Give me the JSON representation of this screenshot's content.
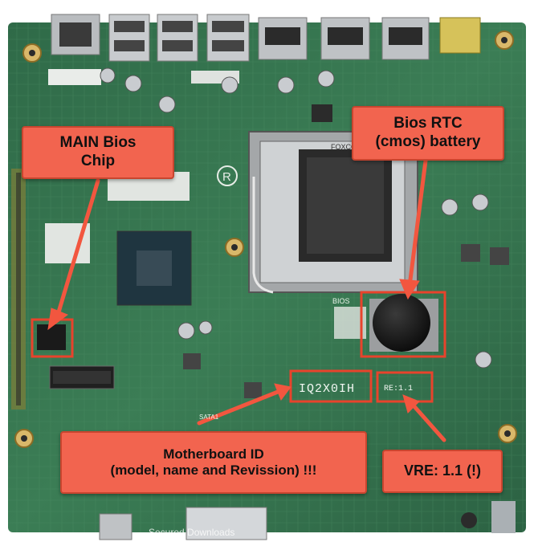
{
  "callouts": {
    "main_bios": {
      "line1": "MAIN Bios",
      "line2": "Chip"
    },
    "rtc": {
      "line1": "Bios RTC",
      "line2": "(cmos) battery"
    },
    "motherboard_id": {
      "line1": "Motherboard ID",
      "line2": "(model, name and Revission) !!!"
    },
    "vre": {
      "label": "VRE: 1.1 (!)"
    }
  },
  "board_labels": {
    "bios": "BIOS",
    "sata": "SATA1",
    "foxconn": "FOXCO",
    "board_id": "IQ2X0IH",
    "revision": "RE:1.1"
  },
  "watermark": "Secured Downloads"
}
